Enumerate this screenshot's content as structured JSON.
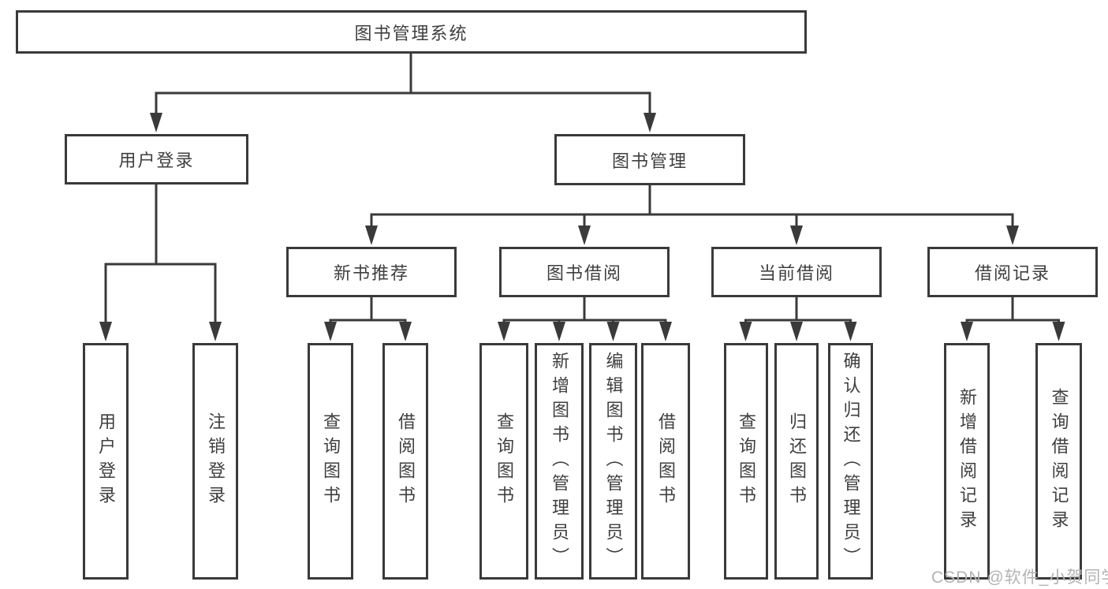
{
  "diagram": {
    "title": "图书管理系统",
    "level2": {
      "user_login": "用户登录",
      "book_management": "图书管理"
    },
    "level3": {
      "new_book_recommend": "新书推荐",
      "book_borrow": "图书借阅",
      "current_borrow": "当前借阅",
      "borrow_records": "借阅记录"
    },
    "leaves": {
      "user_login": "用户登录",
      "logout_login": "注销登录",
      "nb_query_books": "查询图书",
      "nb_borrow_books": "借阅图书",
      "bb_query_books": "查询图书",
      "bb_add_books": "新增图书（管理员）",
      "bb_edit_books": "编辑图书（管理员）",
      "bb_borrow_books": "借阅图书",
      "cb_query_books": "查询图书",
      "cb_return_books": "归还图书",
      "cb_confirm_return": "确认归还（管理员）",
      "br_add_record": "新增借阅记录",
      "br_query_record": "查询借阅记录"
    }
  },
  "watermark": {
    "text": "CSDN @软件_小贺同学"
  },
  "colors": {
    "line": "#3a3a3a",
    "text": "#3f3f3f",
    "watermark": "#b3b3b3",
    "background": "#ffffff"
  }
}
